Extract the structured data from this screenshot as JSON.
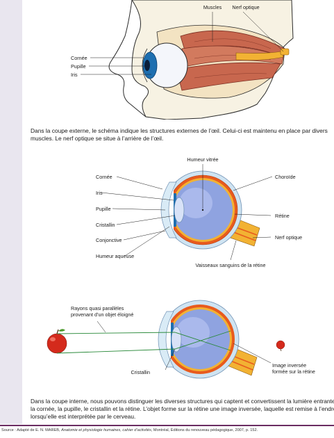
{
  "figure_external": {
    "labels": {
      "muscles": "Muscles",
      "nerf_optique": "Nerf optique",
      "cornee": "Cornée",
      "pupille": "Pupille",
      "iris": "Iris"
    }
  },
  "paragraph_1": [
    "Dans la coupe externe, le schéma indique les structures externes de l’œil. Celui-ci est maintenu en place par divers",
    "muscles. Le nerf optique se situe à l’arrière de l’œil."
  ],
  "figure_internal": {
    "labels": {
      "humeur_vitree": "Humeur vitrée",
      "cornee": "Cornée",
      "choroide": "Choroïde",
      "iris": "Iris",
      "pupille": "Pupille",
      "retine": "Rétine",
      "cristallin": "Cristallin",
      "nerf_optique": "Nerf optique",
      "conjonctive": "Conjonctive",
      "humeur_aqueuse": "Humeur aqueuse",
      "vaisseaux": "Vaisseaux sanguins de la rétine"
    }
  },
  "figure_vision": {
    "labels": {
      "rayons_line1": "Rayons quasi parallèles",
      "rayons_line2": "provenant d’un objet éloigné",
      "cristallin": "Cristallin",
      "image_line1": "Image inversée",
      "image_line2": "formée sur la rétine"
    }
  },
  "paragraph_2": [
    "Dans la coupe interne, nous pouvons distinguer les diverses structures qui captent et convertissent la lumière entrante :",
    "la cornée, la pupille, le cristallin et la rétine. L’objet forme sur la rétine une image inversée, laquelle est remise à l’endroit",
    "lorsqu’elle est interprétée par le cerveau."
  ],
  "source": {
    "prefix": "Source : Adapté de E. N. MAREB, ",
    "title": "Anatomie et physiologie humaines, cahier d’activités",
    "suffix": ", Montréal, Éditions du renouveau pédagogique, 2007, p. 152."
  },
  "colors": {
    "sidebar": "#e9e6ef",
    "rule": "#6a2c62",
    "muscle": "#c8674e",
    "iris": "#1e6fb0",
    "eyeball": "#8fa3e0",
    "sclera": "#cfe4f2",
    "choroid": "#e85b1e",
    "nerve": "#f2b233",
    "apple": "#d42a1c",
    "ray": "#2a8a3a"
  }
}
